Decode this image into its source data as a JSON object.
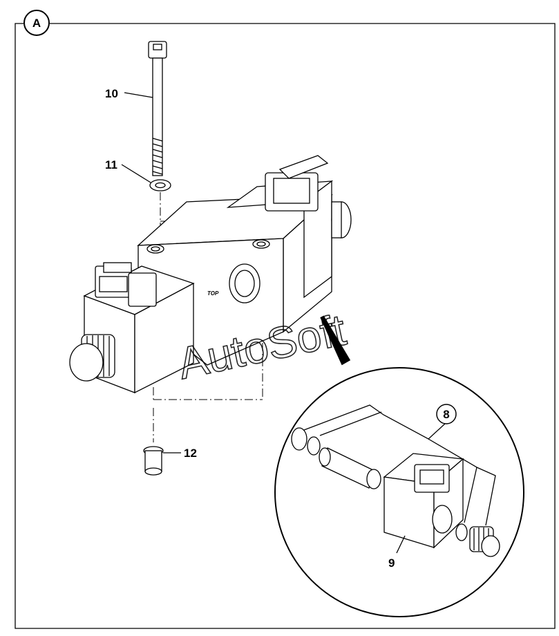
{
  "diagram": {
    "section_badge": "A",
    "callouts": [
      "10",
      "11",
      "12",
      "8",
      "9"
    ],
    "port_marking": "TOP",
    "watermark": "AutoSoft"
  }
}
